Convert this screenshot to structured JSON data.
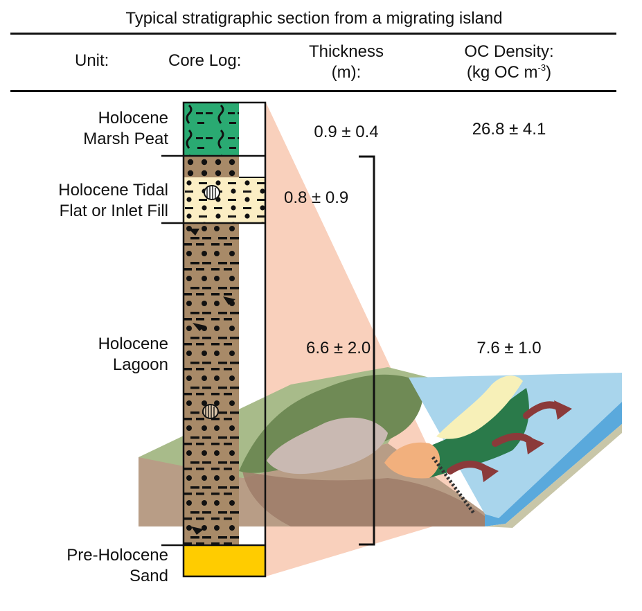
{
  "title": "Typical stratigraphic section from a migrating island",
  "headers": {
    "unit": "Unit:",
    "core_log": "Core Log:",
    "thickness_line1": "Thickness",
    "thickness_line2": "(m):",
    "oc_line1": "OC Density:",
    "oc_line2_prefix": "(kg OC m",
    "oc_line2_sup": "-3",
    "oc_line2_suffix": ")"
  },
  "units": [
    {
      "line1": "Holocene",
      "line2": "Marsh Peat",
      "color": "#2aaa72"
    },
    {
      "line1": "Holocene Tidal",
      "line2": "Flat or Inlet Fill",
      "color": "#fbeec4"
    },
    {
      "line1": "Holocene",
      "line2": "Lagoon",
      "color": "#a88a68"
    },
    {
      "line1": "Pre-Holocene",
      "line2": "Sand",
      "color": "#ffcc00"
    }
  ],
  "values": {
    "marsh_thickness": "0.9 ± 0.4",
    "marsh_oc": "26.8 ± 4.1",
    "tidal_thickness": "0.8 ± 0.9",
    "lagoon_thickness": "6.6 ± 2.0",
    "lagoon_oc": "7.6 ± 1.0"
  },
  "colors": {
    "peat": "#2aaa72",
    "tidal_fill": "#fbeec4",
    "lagoon_mud": "#a88a68",
    "sand": "#ffcc00",
    "zoom_wedge": "#f8c8b0",
    "ocean": "#a9d5ec",
    "dune": "#f7f0b8",
    "migration_arrow": "#8b3a3a",
    "mainland": "#a8bb8a"
  }
}
